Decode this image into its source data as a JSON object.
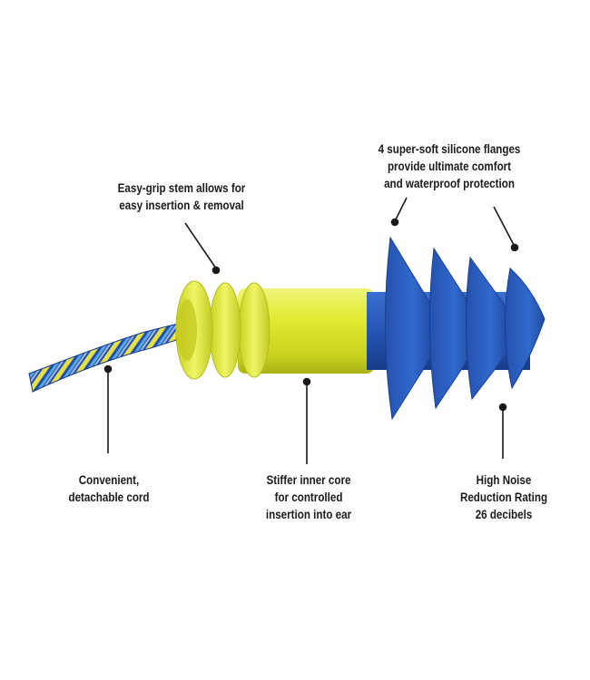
{
  "labels": {
    "flanges": [
      "4 super-soft silicone flanges",
      "provide ultimate comfort",
      "and waterproof protection"
    ],
    "stem": [
      "Easy-grip stem allows for",
      "easy insertion & removal"
    ],
    "cord": [
      "Convenient,",
      "detachable cord"
    ],
    "core": [
      "Stiffer inner core",
      "for controlled",
      "insertion into ear"
    ],
    "rating": [
      "High Noise",
      "Reduction Rating",
      "26 decibels"
    ]
  },
  "colors": {
    "stem_yellow": "#e8ee3a",
    "stem_shadow": "#b9c21e",
    "flange_blue": "#2c5fbf",
    "flange_dark": "#1d3f8f",
    "cord_blue": "#1f4fb0",
    "cord_light": "#5aa8e0",
    "cord_yellow": "#e6e046",
    "text": "#1a1a1a"
  }
}
